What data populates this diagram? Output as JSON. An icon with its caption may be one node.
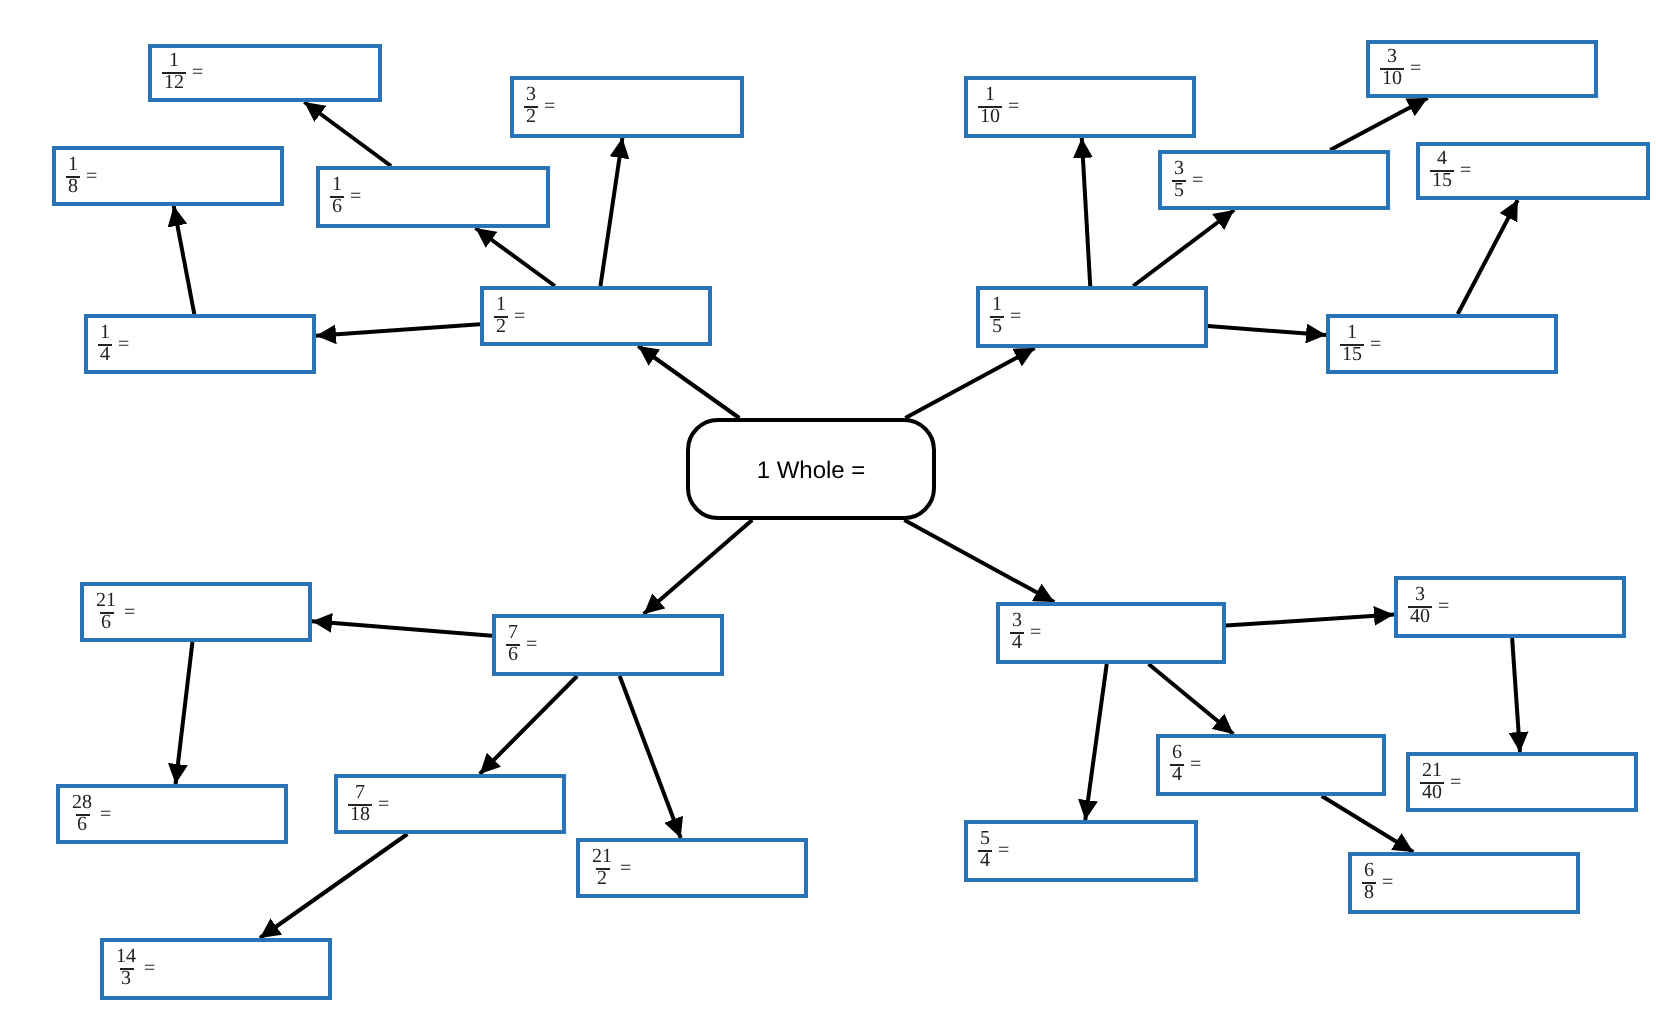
{
  "diagram": {
    "nodes": [
      {
        "text": [
          "1",
          "12",
          "="
        ]
      },
      {
        "text": [
          "3",
          "2",
          "="
        ]
      },
      {
        "text": [
          "1",
          "10",
          "="
        ]
      },
      {
        "text": [
          "3",
          "10",
          "="
        ]
      },
      {
        "text": [
          "1",
          "8",
          "="
        ]
      },
      {
        "text": [
          "1",
          "6",
          "="
        ]
      },
      {
        "text": [
          "3",
          "5",
          "="
        ]
      },
      {
        "text": [
          "4",
          "15",
          "="
        ]
      },
      {
        "text": [
          "1",
          "4",
          "="
        ]
      },
      {
        "text": [
          "1",
          "2",
          "="
        ]
      },
      {
        "text": [
          "1",
          "5",
          "="
        ]
      },
      {
        "text": [
          "1",
          "15",
          "="
        ]
      },
      {
        "text": [
          "1 Whole ="
        ]
      },
      {
        "text": [
          "21",
          "6",
          "="
        ]
      },
      {
        "text": [
          "7",
          "6",
          "="
        ]
      },
      {
        "text": [
          "3",
          "4",
          "="
        ]
      },
      {
        "text": [
          "3",
          "40",
          "="
        ]
      },
      {
        "text": [
          "28",
          "6",
          "="
        ]
      },
      {
        "text": [
          "7",
          "18",
          "="
        ]
      },
      {
        "text": [
          "6",
          "4",
          "="
        ]
      },
      {
        "text": [
          "21",
          "40",
          "="
        ]
      },
      {
        "text": [
          "5",
          "4",
          "="
        ]
      },
      {
        "text": [
          "21",
          "2",
          "="
        ]
      },
      {
        "text": [
          "6",
          "8",
          "="
        ]
      },
      {
        "text": [
          "14",
          "3",
          "="
        ]
      }
    ],
    "edges": [
      {
        "from": 12,
        "to": 9,
        "arrow": "to"
      },
      {
        "from": 12,
        "to": 10,
        "arrow": "to"
      },
      {
        "from": 12,
        "to": 14,
        "arrow": "to"
      },
      {
        "from": 12,
        "to": 15,
        "arrow": "to"
      },
      {
        "from": 9,
        "to": 8,
        "arrow": "to"
      },
      {
        "from": 9,
        "to": 5,
        "arrow": "to"
      },
      {
        "from": 9,
        "to": 1,
        "arrow": "to"
      },
      {
        "from": 8,
        "to": 4,
        "arrow": "to"
      },
      {
        "from": 5,
        "to": 0,
        "arrow": "to"
      },
      {
        "from": 10,
        "to": 2,
        "arrow": "to"
      },
      {
        "from": 10,
        "to": 6,
        "arrow": "to"
      },
      {
        "from": 10,
        "to": 11,
        "arrow": "to"
      },
      {
        "from": 6,
        "to": 3,
        "arrow": "to"
      },
      {
        "from": 11,
        "to": 7,
        "arrow": "to"
      },
      {
        "from": 14,
        "to": 13,
        "arrow": "to"
      },
      {
        "from": 14,
        "to": 18,
        "arrow": "to"
      },
      {
        "from": 14,
        "to": 22,
        "arrow": "to"
      },
      {
        "from": 13,
        "to": 17,
        "arrow": "to"
      },
      {
        "from": 18,
        "to": 24,
        "arrow": "to"
      },
      {
        "from": 15,
        "to": 16,
        "arrow": "to"
      },
      {
        "from": 15,
        "to": 19,
        "arrow": "to"
      },
      {
        "from": 15,
        "to": 21,
        "arrow": "to"
      },
      {
        "from": 16,
        "to": 20,
        "arrow": "to"
      },
      {
        "from": 19,
        "to": 23,
        "arrow": "to"
      }
    ]
  }
}
